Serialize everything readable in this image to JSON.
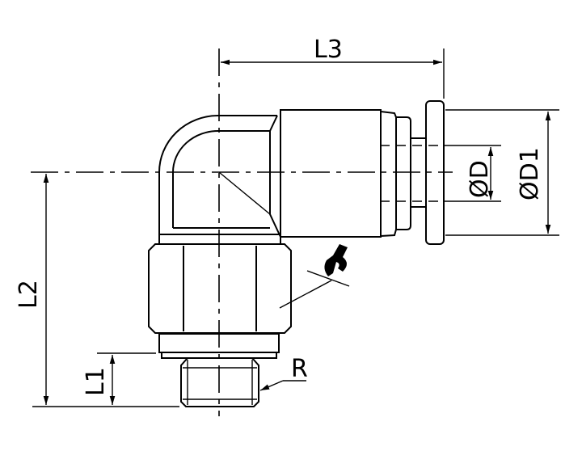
{
  "title": "Elbow push-in fitting with hex body and male thread",
  "dimensions": {
    "l3": "L3",
    "l2": "L2",
    "l1": "L1",
    "d": "ØD",
    "d1": "ØD1",
    "r": "R"
  },
  "icons": [
    "wrench-icon"
  ]
}
